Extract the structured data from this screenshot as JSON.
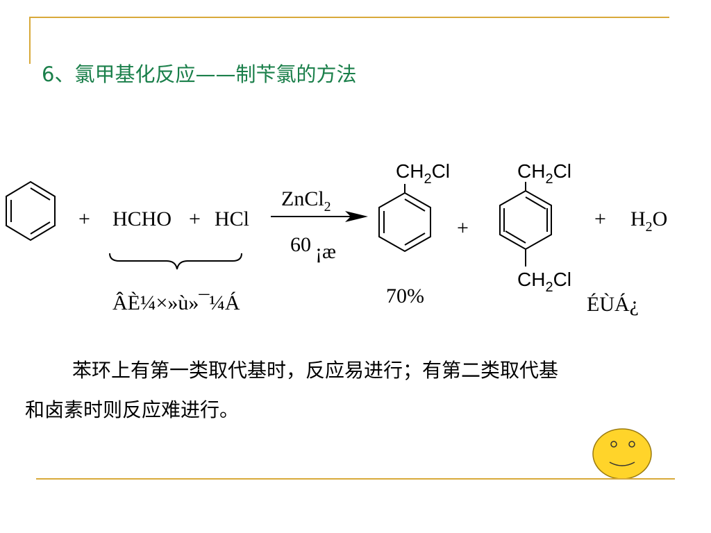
{
  "slide": {
    "title": "6、氯甲基化反应——制苄氯的方法",
    "paragraph_line1": "苯环上有第一类取代基时，反应易进行；有第二类取代基",
    "paragraph_line2": "和卤素时则反应难进行。"
  },
  "reaction": {
    "plus_signs": [
      "+",
      "+",
      "+",
      "+"
    ],
    "reagent_hcho": "HCHO",
    "reagent_hcl": "HCl",
    "catalyst_main": "ZnCl",
    "catalyst_sub": "2",
    "condition_value": "60",
    "condition_unit": "¡æ",
    "brace_label": "ÂÈ¼×»ù»¯¼Á",
    "product1_substituent": {
      "main": "CH",
      "sub": "2",
      "tail": "Cl"
    },
    "product2_top": {
      "main": "CH",
      "sub": "2",
      "tail": "Cl"
    },
    "product2_bottom": {
      "main": "CH",
      "sub": "2",
      "tail": "Cl"
    },
    "product1_yield": "70%",
    "product2_label": "ÉÙÁ¿",
    "water": {
      "main": "H",
      "sub": "2",
      "tail": "O"
    }
  },
  "colors": {
    "frame": "#d8a93a",
    "title": "#1a7f4a",
    "smiley_fill": "#ffd42a",
    "smiley_stroke": "#9a7a10"
  }
}
